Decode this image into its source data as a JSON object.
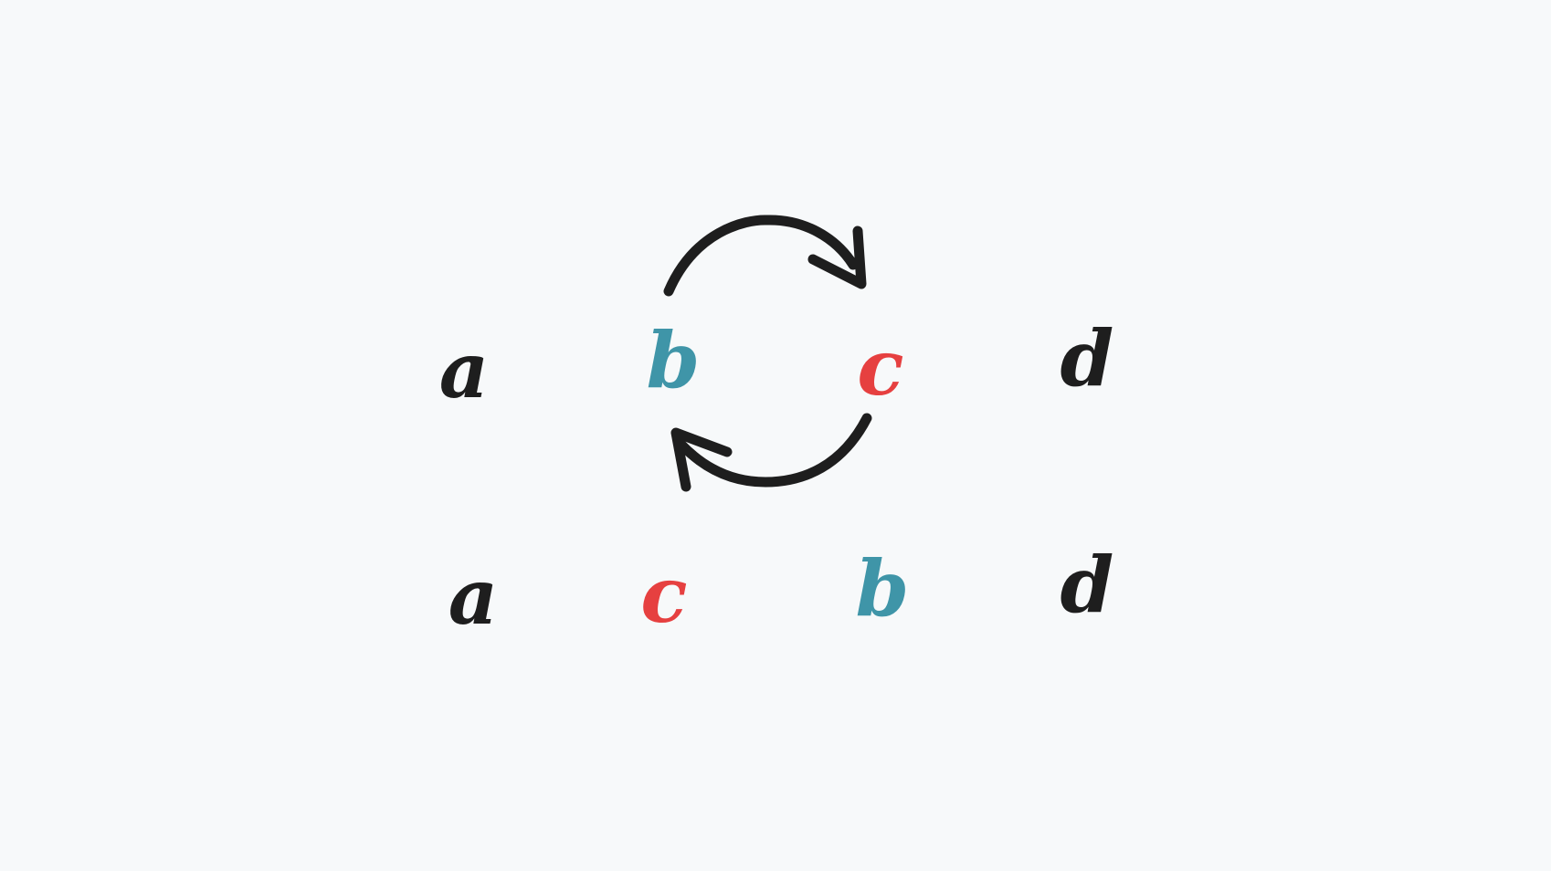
{
  "colors": {
    "background": "#f7f9fa",
    "neutral": "#1e1e1e",
    "swap_b": "#3f95a8",
    "swap_c": "#e64040",
    "arrow": "#1e1e1e"
  },
  "rows": [
    {
      "letters": [
        {
          "text": "a",
          "color": "neutral"
        },
        {
          "text": "b",
          "color": "swap_b"
        },
        {
          "text": "c",
          "color": "swap_c"
        },
        {
          "text": "d",
          "color": "neutral"
        }
      ]
    },
    {
      "letters": [
        {
          "text": "a",
          "color": "neutral"
        },
        {
          "text": "c",
          "color": "swap_c"
        },
        {
          "text": "b",
          "color": "swap_b"
        },
        {
          "text": "d",
          "color": "neutral"
        }
      ]
    }
  ],
  "arrows": [
    {
      "direction": "clockwise",
      "from": "b",
      "to": "c"
    },
    {
      "direction": "clockwise",
      "from": "c",
      "to": "b"
    }
  ]
}
